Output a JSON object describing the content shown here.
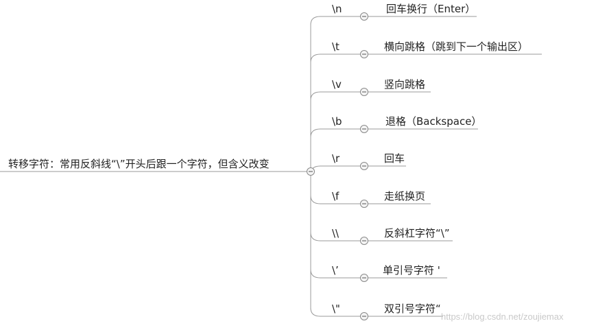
{
  "root": {
    "label": "转移字符：常用反斜线“\\”开头后跟一个字符，但含义改变"
  },
  "branches": [
    {
      "key": "\\n",
      "desc": "回车换行（Enter）"
    },
    {
      "key": "\\t",
      "desc": "横向跳格（跳到下一个输出区）"
    },
    {
      "key": "\\v",
      "desc": "竖向跳格"
    },
    {
      "key": "\\b",
      "desc": "退格（Backspace）"
    },
    {
      "key": "\\r",
      "desc": "回车"
    },
    {
      "key": "\\f",
      "desc": "走纸换页"
    },
    {
      "key": "\\\\",
      "desc": "反斜杠字符“\\”"
    },
    {
      "key": "\\’",
      "desc": "单引号字符 '"
    },
    {
      "key": "\\\"",
      "desc": "双引号字符“"
    }
  ],
  "watermark": "https://blog.csdn.net/zoujiemax",
  "colors": {
    "line": "#999999",
    "text": "#222222",
    "button_fill": "#f4f4f4"
  }
}
